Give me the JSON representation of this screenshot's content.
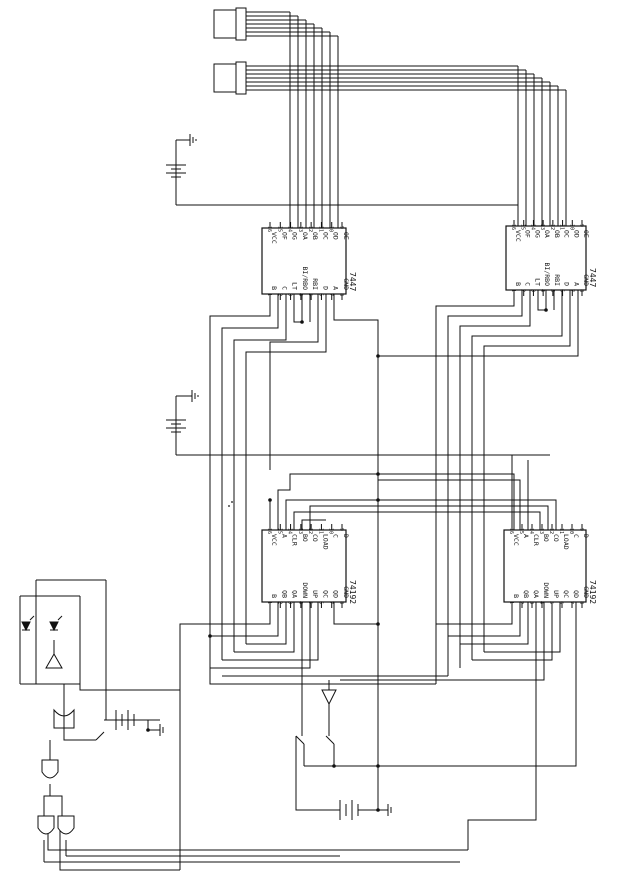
{
  "chips": [
    {
      "id": "ic1",
      "part": "7447",
      "pins_left": [
        "VCC",
        "OF",
        "OG",
        "OA",
        "OB",
        "OC",
        "OD",
        "OE"
      ],
      "pins_right": [
        "B",
        "C",
        "LT",
        "BI/RBO",
        "RBI",
        "D",
        "A",
        "GND"
      ],
      "pin_nums_left": [
        "16",
        "15",
        "14",
        "13",
        "12",
        "11",
        "10",
        "9"
      ],
      "pin_nums_right": [
        "1",
        "2",
        "3",
        "4",
        "5",
        "6",
        "7",
        "8"
      ]
    },
    {
      "id": "ic2",
      "part": "7447",
      "pins_left": [
        "VCC",
        "OF",
        "OG",
        "OA",
        "OB",
        "OC",
        "OD",
        "OE"
      ],
      "pins_right": [
        "B",
        "C",
        "LT",
        "BI/RBO",
        "RBI",
        "D",
        "A",
        "GND"
      ],
      "pin_nums_left": [
        "16",
        "15",
        "14",
        "13",
        "12",
        "11",
        "10",
        "9"
      ],
      "pin_nums_right": [
        "1",
        "2",
        "3",
        "4",
        "5",
        "6",
        "7",
        "8"
      ]
    },
    {
      "id": "ic3",
      "part": "74192",
      "pins_left": [
        "VCC",
        "A",
        "CLR",
        "BO",
        "CO",
        "LOAD",
        "C",
        "D"
      ],
      "pins_right": [
        "B",
        "QB",
        "QA",
        "DOWN",
        "UP",
        "QC",
        "QD",
        "GND"
      ],
      "pin_nums_left": [
        "16",
        "15",
        "14",
        "13",
        "12",
        "11",
        "10",
        "9"
      ],
      "pin_nums_right": [
        "1",
        "2",
        "3",
        "4",
        "5",
        "6",
        "7",
        "8"
      ]
    },
    {
      "id": "ic4",
      "part": "74192",
      "pins_left": [
        "VCC",
        "A",
        "CLR",
        "BO",
        "CO",
        "LOAD",
        "C",
        "D"
      ],
      "pins_right": [
        "B",
        "QB",
        "QA",
        "DOWN",
        "UP",
        "QC",
        "QD",
        "GND"
      ],
      "pin_nums_left": [
        "16",
        "15",
        "14",
        "13",
        "12",
        "11",
        "10",
        "9"
      ],
      "pin_nums_right": [
        "1",
        "2",
        "3",
        "4",
        "5",
        "6",
        "7",
        "8"
      ]
    }
  ]
}
